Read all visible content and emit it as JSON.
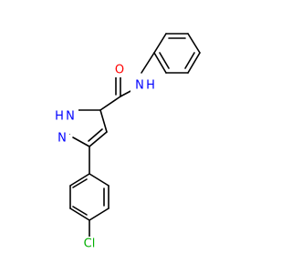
{
  "molecule": {
    "atoms": {
      "oxygen": {
        "label": "O",
        "color": "#ff0000"
      },
      "amide_nh": {
        "label": "H",
        "label_n": "N",
        "color": "#0000ff"
      },
      "pyrazole_nh": {
        "label_h": "H",
        "label_n": "N",
        "color": "#0000ff"
      },
      "pyrazole_n": {
        "label": "N",
        "color": "#0000ff"
      },
      "chlorine": {
        "label": "Cl",
        "color": "#00b000"
      }
    },
    "bond_color": "#000000"
  }
}
